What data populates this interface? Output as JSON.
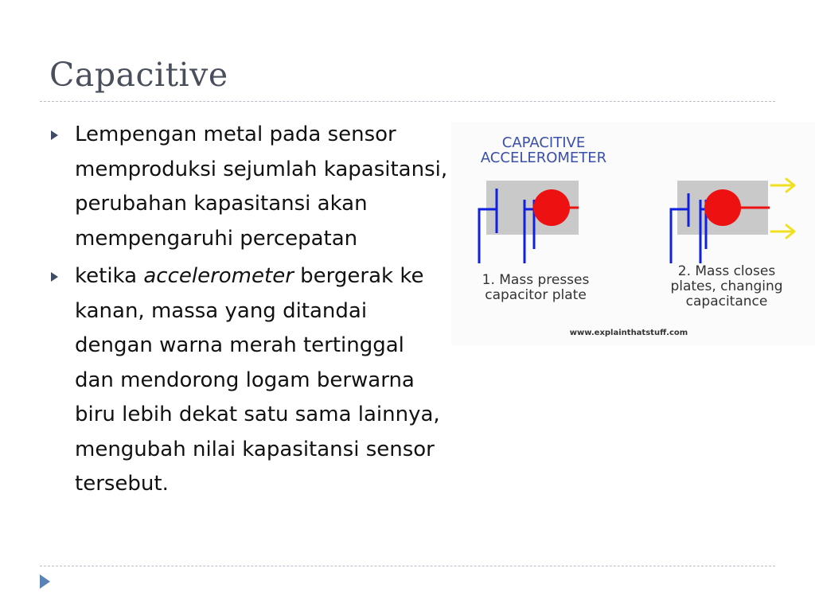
{
  "slide": {
    "title": "Capacitive",
    "bullets": [
      {
        "text": "Lempengan metal pada sensor memproduksi sejumlah kapasitansi, perubahan kapasitansi akan mempengaruhi percepatan"
      },
      {
        "before": "ketika ",
        "emphasis": "accelerometer",
        "after": " bergerak ke kanan, massa yang ditandai dengan warna merah tertinggal dan mendorong logam berwarna biru lebih dekat satu sama lainnya, mengubah nilai kapasitansi sensor tersebut."
      }
    ]
  },
  "figure": {
    "heading_line1": "CAPACITIVE",
    "heading_line2": "ACCELEROMETER",
    "caption1_line1": "1. Mass presses",
    "caption1_line2": "capacitor plate",
    "caption2_line1": "2. Mass closes",
    "caption2_line2": "plates, changing",
    "caption2_line3": "capacitance",
    "source": "www.explainthatstuff.com",
    "colors": {
      "heading": "#3a4fa8",
      "box": "#c9c9c9",
      "plate": "#1020e0",
      "mass": "#ee1111",
      "arrow": "#f0e020",
      "caption": "#333333"
    },
    "icons": [
      "bullet-arrow-icon",
      "right-arrow-icon",
      "nav-play-icon"
    ]
  }
}
